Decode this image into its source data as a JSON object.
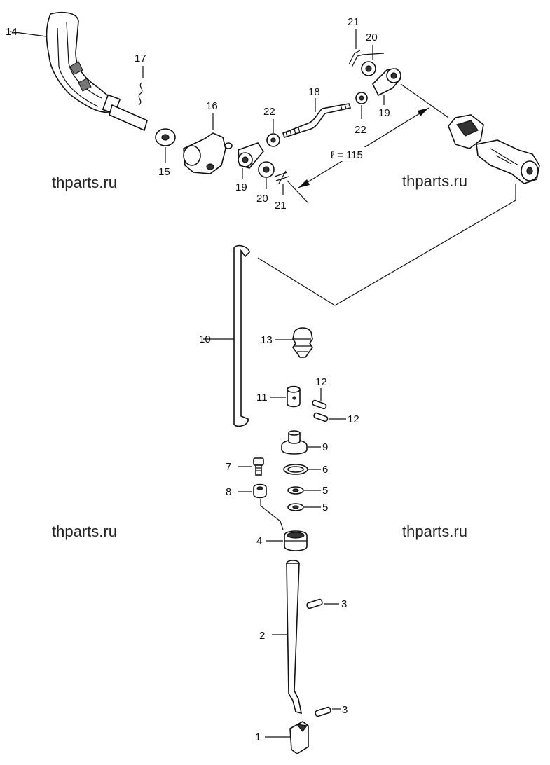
{
  "labels": {
    "p1": "1",
    "p2": "2",
    "p3a": "3",
    "p3b": "3",
    "p4": "4",
    "p5a": "5",
    "p5b": "5",
    "p6": "6",
    "p7": "7",
    "p8": "8",
    "p9": "9",
    "p10": "10",
    "p11": "11",
    "p12a": "12",
    "p12b": "12",
    "p13": "13",
    "p14": "14",
    "p15": "15",
    "p16": "16",
    "p17": "17",
    "p18": "18",
    "p19a": "19",
    "p19b": "19",
    "p20a": "20",
    "p20b": "20",
    "p21a": "21",
    "p21b": "21",
    "p22a": "22",
    "p22b": "22"
  },
  "dimension": "ℓ = 115",
  "watermarks": [
    "thparts.ru",
    "thparts.ru",
    "thparts.ru",
    "thparts.ru"
  ]
}
